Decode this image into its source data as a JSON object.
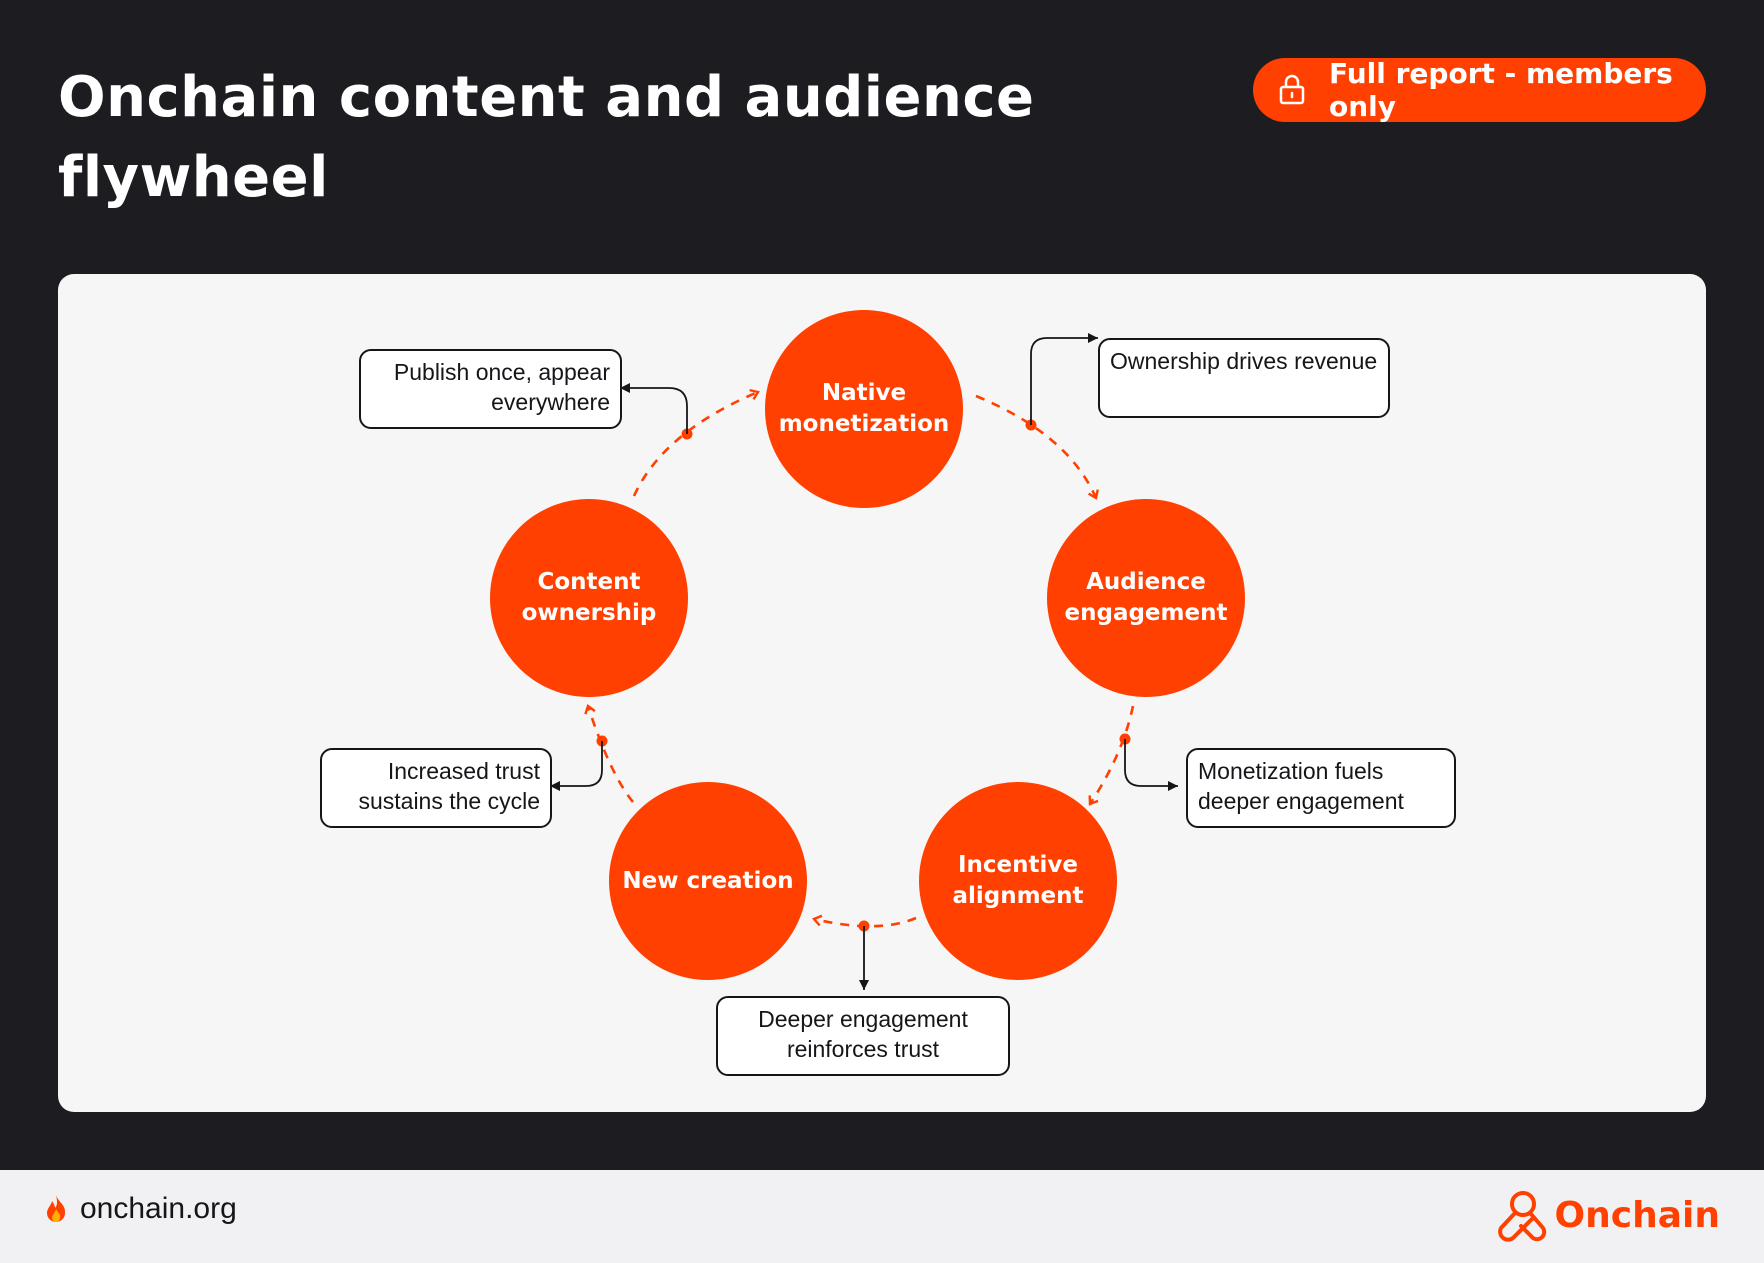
{
  "header": {
    "title": "Onchain content and audience flywheel",
    "cta_label": "Full report - members only",
    "cta_icon": "lock-icon"
  },
  "flywheel": {
    "nodes": [
      {
        "label": "Native monetization"
      },
      {
        "label": "Audience engagement"
      },
      {
        "label": "Incentive alignment"
      },
      {
        "label": "New creation"
      },
      {
        "label": "Content ownership"
      }
    ],
    "notes": [
      {
        "text": "Ownership drives revenue"
      },
      {
        "text": "Monetization fuels deeper engagement"
      },
      {
        "text": "Deeper engagement reinforces trust"
      },
      {
        "text": "Increased trust sustains the cycle"
      },
      {
        "text": "Publish once, appear everywhere"
      }
    ]
  },
  "footer": {
    "site": "onchain.org",
    "site_icon": "flame-icon",
    "brand": "Onchain",
    "brand_icon": "onchain-logo-icon"
  },
  "colors": {
    "accent": "#ff4000",
    "background": "#1c1c21",
    "panel": "#f6f6f6",
    "ink": "#16161a"
  }
}
